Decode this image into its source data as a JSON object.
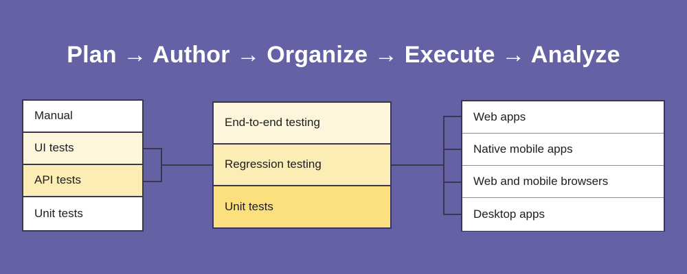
{
  "colors": {
    "background": "#6561A5",
    "border": "#3B3552",
    "divider_thin": "#8A8A95",
    "title_text": "#FFFFFF",
    "row_text": "#1D1D1D",
    "white": "#FFFFFF",
    "cream_light": "#FDF6DC",
    "cream_medium": "#FCEDB5",
    "yellow_strong": "#FCE07E"
  },
  "title": {
    "text": "Plan → Author → Organize → Execute → Analyze"
  },
  "columns": [
    {
      "id": "test-types",
      "rows": [
        {
          "label": "Manual",
          "fill": "#FFFFFF"
        },
        {
          "label": "UI tests",
          "fill": "#FDF6DC"
        },
        {
          "label": "API tests",
          "fill": "#FCEDB5"
        },
        {
          "label": "Unit tests",
          "fill": "#FFFFFF"
        }
      ]
    },
    {
      "id": "test-levels",
      "rows": [
        {
          "label": "End-to-end testing",
          "fill": "#FDF6DC"
        },
        {
          "label": "Regression testing",
          "fill": "#FCEDB5"
        },
        {
          "label": "Unit tests",
          "fill": "#FCE07E"
        }
      ]
    },
    {
      "id": "targets",
      "rows": [
        {
          "label": "Web apps",
          "fill": "#FFFFFF"
        },
        {
          "label": "Native mobile apps",
          "fill": "#FFFFFF"
        },
        {
          "label": "Web and mobile browsers",
          "fill": "#FFFFFF"
        },
        {
          "label": "Desktop apps",
          "fill": "#FFFFFF"
        }
      ]
    }
  ],
  "connectors": [
    {
      "id": "connector-left",
      "from": "test-types",
      "to": "test-levels",
      "branches": 2
    },
    {
      "id": "connector-right",
      "from": "test-levels",
      "to": "targets",
      "branches": 4
    }
  ]
}
